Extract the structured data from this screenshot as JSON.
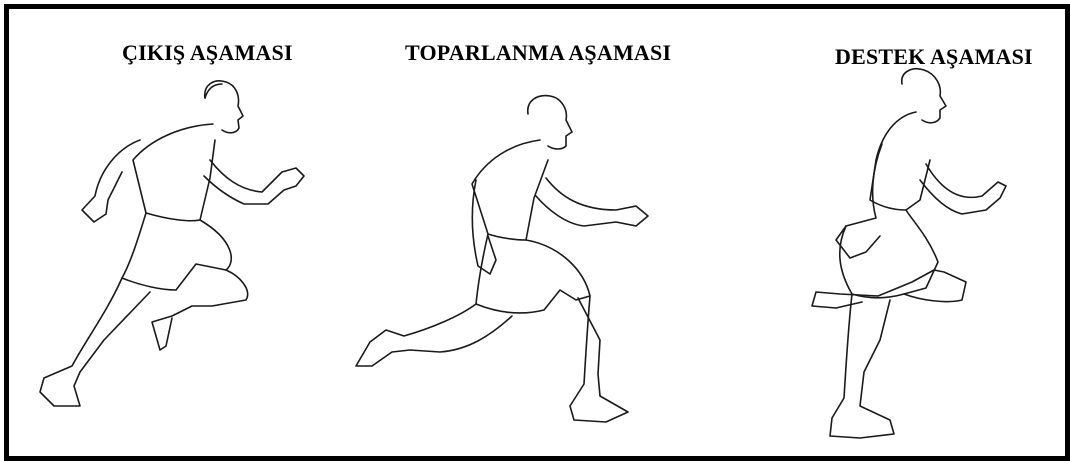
{
  "phases": [
    {
      "label": "ÇIKIŞ AŞAMASI"
    },
    {
      "label": "TOPARLANMA AŞAMASI"
    },
    {
      "label": "DESTEK AŞAMASI"
    }
  ]
}
